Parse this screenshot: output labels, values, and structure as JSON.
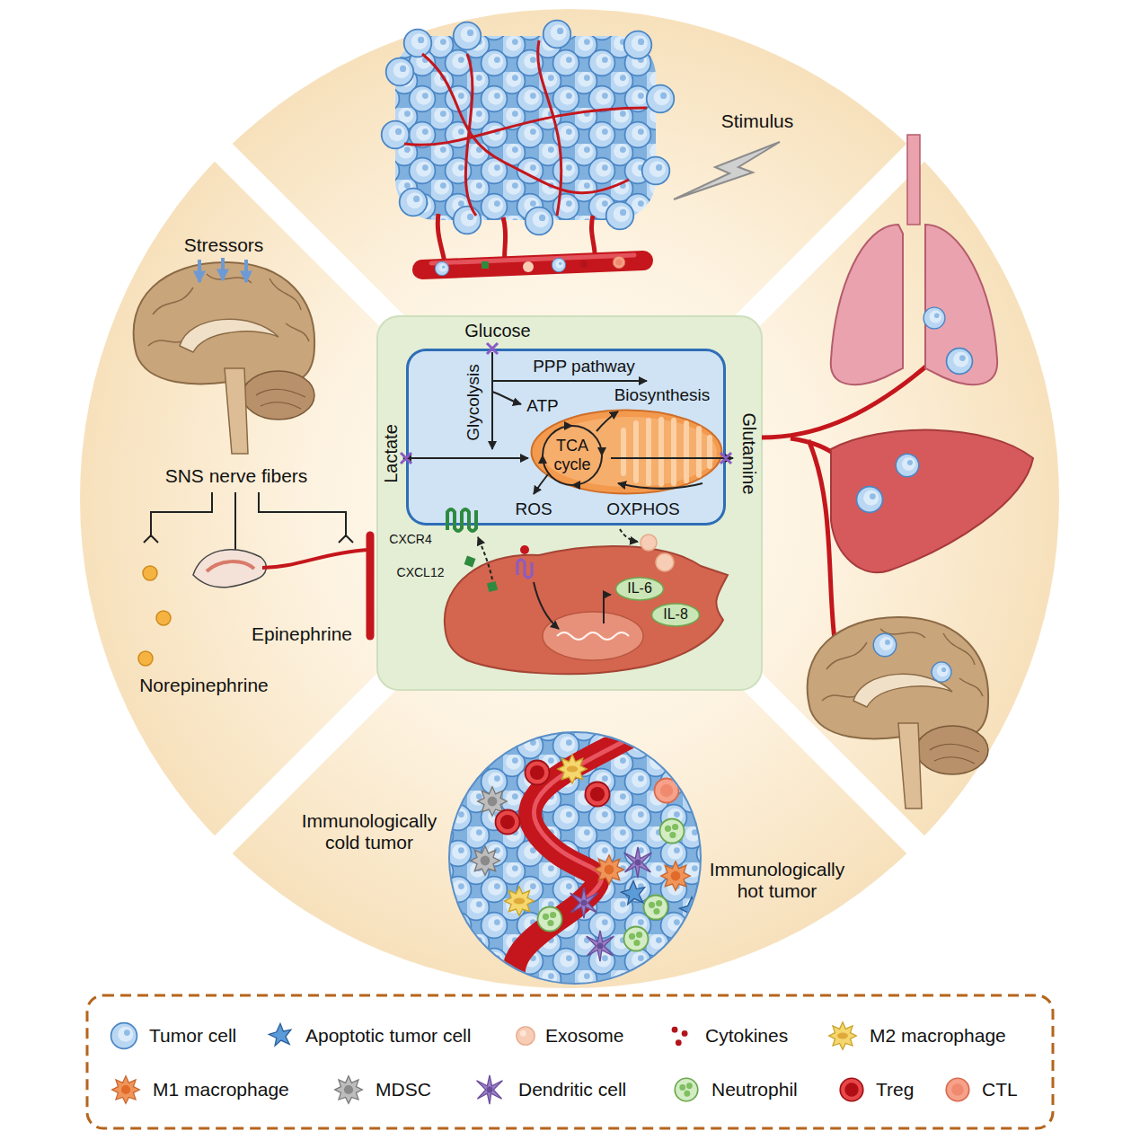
{
  "diagram": {
    "nodes": [
      {
        "text": [
          "Glycolysis",
          "PPP pathway",
          "ATP",
          "Biosynthesis",
          "ROS",
          "OXPHOS"
        ]
      },
      {
        "text": [
          "TCA cycle"
        ],
        "in": 0
      },
      {
        "text": [
          "IL-6"
        ]
      },
      {
        "text": [
          "IL-8"
        ]
      }
    ],
    "labels": [
      "Stimulus",
      "Stressors",
      "SNS nerve fibers",
      "Epinephrine",
      "Norepinephrine",
      "Glucose",
      "Lactate",
      "Glutamine",
      "CXCR4",
      "CXCL12",
      "Immunologically cold tumor",
      "Immunologically hot tumor"
    ],
    "legend": [
      {
        "text": "Tumor cell"
      },
      {
        "text": "Apoptotic tumor cell"
      },
      {
        "text": "Exosome"
      },
      {
        "text": "Cytokines"
      },
      {
        "text": "M2 macrophage"
      },
      {
        "text": "M1 macrophage"
      },
      {
        "text": "MDSC"
      },
      {
        "text": "Dendritic cell"
      },
      {
        "text": "Neutrophil"
      },
      {
        "text": "Treg"
      },
      {
        "text": "CTL"
      }
    ]
  }
}
